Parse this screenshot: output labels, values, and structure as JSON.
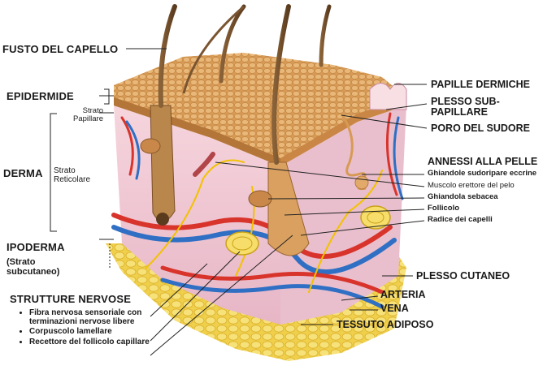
{
  "labels": {
    "fusto": "FUSTO DEL CAPELLO",
    "epidermide": "EPIDERMIDE",
    "strato_papillare": "Strato Papillare",
    "derma": "DERMA",
    "strato_reticolare": "Strato Reticolare",
    "ipoderma": "IPODERMA",
    "ipoderma_sub": "(Strato subcutaneo)",
    "strutture_nervose": "STRUTTURE NERVOSE",
    "papille_dermiche": "PAPILLE DERMICHE",
    "plesso_sub": "PLESSO SUB-PAPILLARE",
    "poro": "PORO DEL SUDORE",
    "annessi": "ANNESSI ALLA PELLE",
    "ghiandole_sudoripare": "Ghiandole sudoripare eccrine",
    "muscolo": "Muscolo erettore del pelo",
    "ghiandola_sebacea": "Ghiandola sebacea",
    "follicolo": "Follicolo",
    "radice": "Radice dei capelli",
    "plesso_cutaneo": "PLESSO CUTANEO",
    "arteria": "ARTERIA",
    "vena": "VENA",
    "tessuto_adiposo": "TESSUTO ADIPOSO"
  },
  "nerve_items": [
    "Fibra nervosa sensoriale con terminazioni nervose libere",
    "Corpuscolo lamellare",
    "Recettore del follicolo capillare"
  ],
  "colors": {
    "epidermis": "#d9a35c",
    "dermis": "#efc6d2",
    "adipose": "#f2d75a",
    "artery": "#d8342c",
    "vein": "#2f6fc4",
    "nerve": "#f2c200",
    "hair": "#6b4a2a"
  }
}
